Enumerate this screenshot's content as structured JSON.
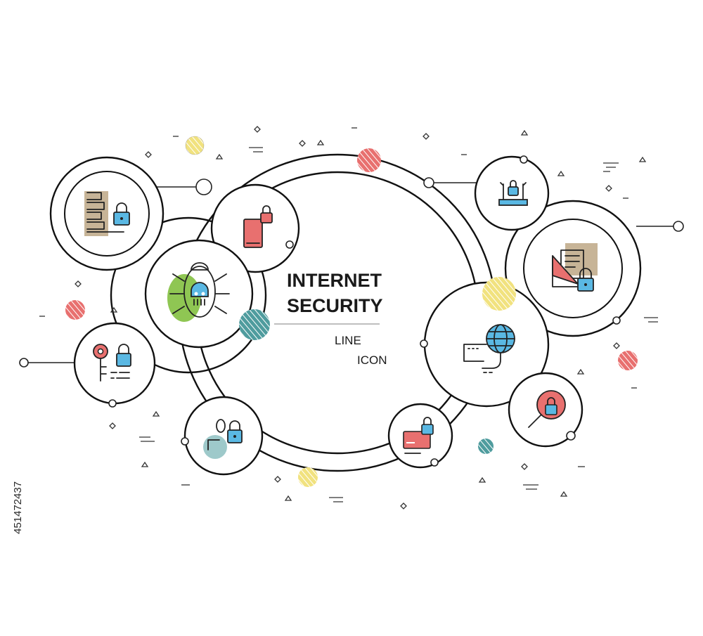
{
  "title_line1": "INTERNET",
  "title_line2": "SECURITY",
  "subtitle_line1": "LINE",
  "subtitle_line2": "ICON",
  "watermark": "451472437",
  "colors": {
    "red": "#e8706f",
    "blue": "#5ab8e3",
    "teal": "#4f9c9e",
    "yellow": "#f1e27f",
    "green": "#8fc653",
    "tan": "#c7b497",
    "outline": "#111111"
  },
  "icons": [
    "server-lock-icon",
    "mobile-lock-icon",
    "bug-skull-icon",
    "key-lock-icon",
    "user-lock-icon",
    "bank-lock-icon",
    "envelope-lock-icon",
    "globe-chat-icon",
    "credit-card-lock-icon",
    "magnifier-lock-icon"
  ]
}
